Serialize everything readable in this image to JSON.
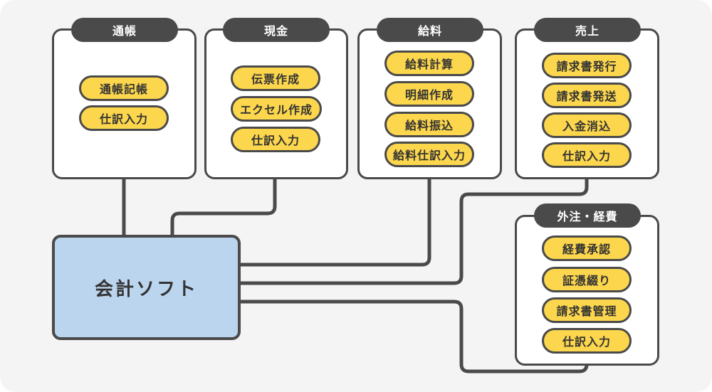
{
  "groups": [
    {
      "title": "通帳",
      "items": [
        "通帳記帳",
        "仕訳入力"
      ]
    },
    {
      "title": "現金",
      "items": [
        "伝票作成",
        "エクセル作成",
        "仕訳入力"
      ]
    },
    {
      "title": "給料",
      "items": [
        "給料計算",
        "明細作成",
        "給料振込",
        "給料仕訳入力"
      ]
    },
    {
      "title": "売上",
      "items": [
        "請求書発行",
        "請求書発送",
        "入金消込",
        "仕訳入力"
      ]
    },
    {
      "title": "外注・経費",
      "items": [
        "経費承認",
        "証憑綴り",
        "請求書管理",
        "仕訳入力"
      ]
    }
  ],
  "main_label": "会計ソフト",
  "colors": {
    "background": "#f4f4f4",
    "line": "#4a4a4a",
    "pill": "#fcd64c",
    "main_box": "#bcd5ee",
    "tab": "#4a4a4a"
  }
}
